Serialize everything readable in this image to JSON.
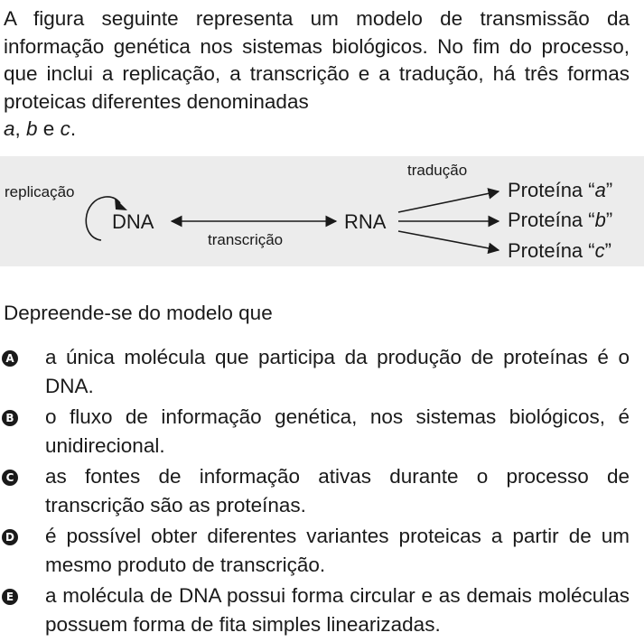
{
  "question": {
    "stem_lines": [
      "A figura seguinte representa um modelo de transmissão da",
      "informação genética nos sistemas biológicos. No fim do",
      "processo, que inclui a replicação, a transcrição e a",
      "tradução, há três formas proteicas diferentes denominadas"
    ],
    "stem_letter_a": "a",
    "stem_sep_1": ", ",
    "stem_letter_b": "b",
    "stem_sep_2": " e ",
    "stem_letter_c": "c",
    "stem_end": ".",
    "prompt": "Depreende-se do modelo que"
  },
  "figure": {
    "replication_label": "replicação",
    "dna_label": "DNA",
    "transcription_label": "transcrição",
    "rna_label": "RNA",
    "translation_label": "tradução",
    "proteins": [
      {
        "prefix": "Proteína “",
        "letter": "a",
        "suffix": "”"
      },
      {
        "prefix": "Proteína “",
        "letter": "b",
        "suffix": "”"
      },
      {
        "prefix": "Proteína “",
        "letter": "c",
        "suffix": "”"
      }
    ]
  },
  "options": [
    {
      "letter": "A",
      "text": "a única molécula que participa da produção de proteínas é o DNA."
    },
    {
      "letter": "B",
      "text": "o fluxo de informação genética, nos sistemas biológicos, é unidirecional."
    },
    {
      "letter": "C",
      "text": "as fontes de informação ativas durante o processo de transcrição são as proteínas."
    },
    {
      "letter": "D",
      "text": "é possível obter diferentes variantes proteicas a partir de um mesmo produto de transcrição."
    },
    {
      "letter": "E",
      "text": "a molécula de DNA possui forma circular e as demais moléculas possuem forma de fita simples linearizadas."
    }
  ],
  "colors": {
    "text": "#1a1a1a",
    "figure_background": "#ececec",
    "badge": "#1a1a1a"
  }
}
